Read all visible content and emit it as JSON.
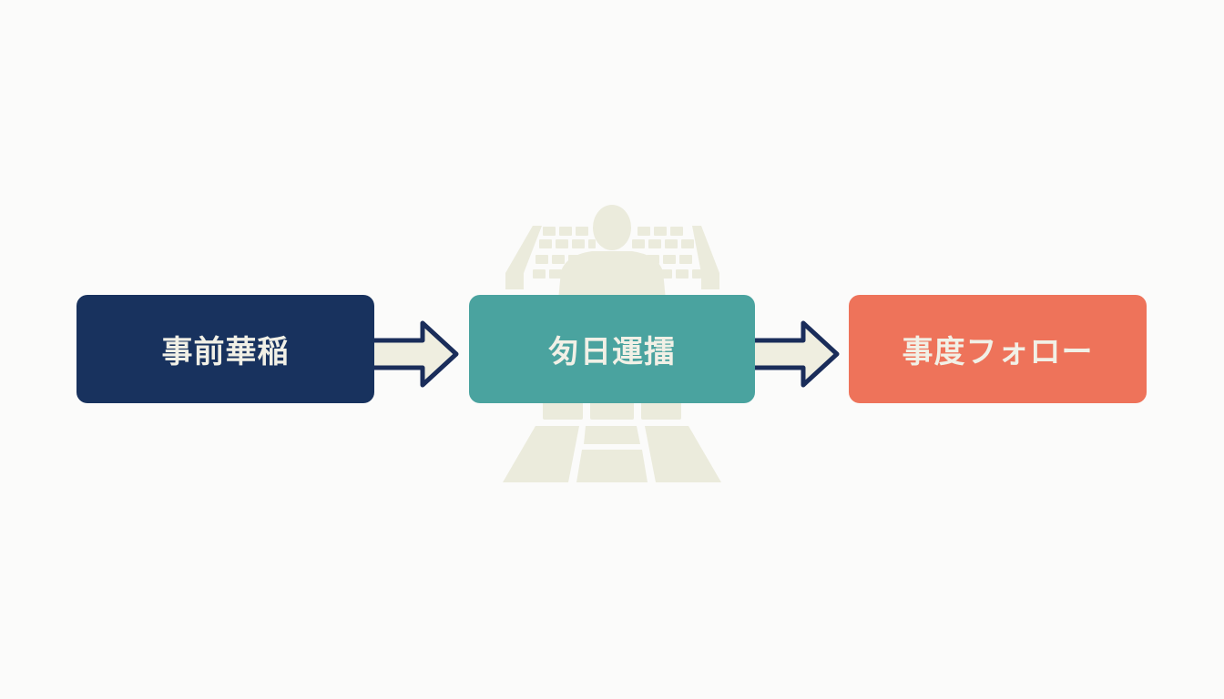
{
  "steps": [
    {
      "label": "事前華稲",
      "color": "#18325e"
    },
    {
      "label": "匇日運擂",
      "color": "#4aa39f"
    },
    {
      "label": "事度フォロー",
      "color": "#ee735a"
    }
  ],
  "colors": {
    "background": "#fbfbfa",
    "arrow_fill": "#efeee0",
    "arrow_stroke": "#1a2d5a",
    "illustration": "#ebebdc"
  },
  "icons": {
    "illustration": "person-at-keyboard-icon",
    "arrows": "right-arrow-icon"
  }
}
